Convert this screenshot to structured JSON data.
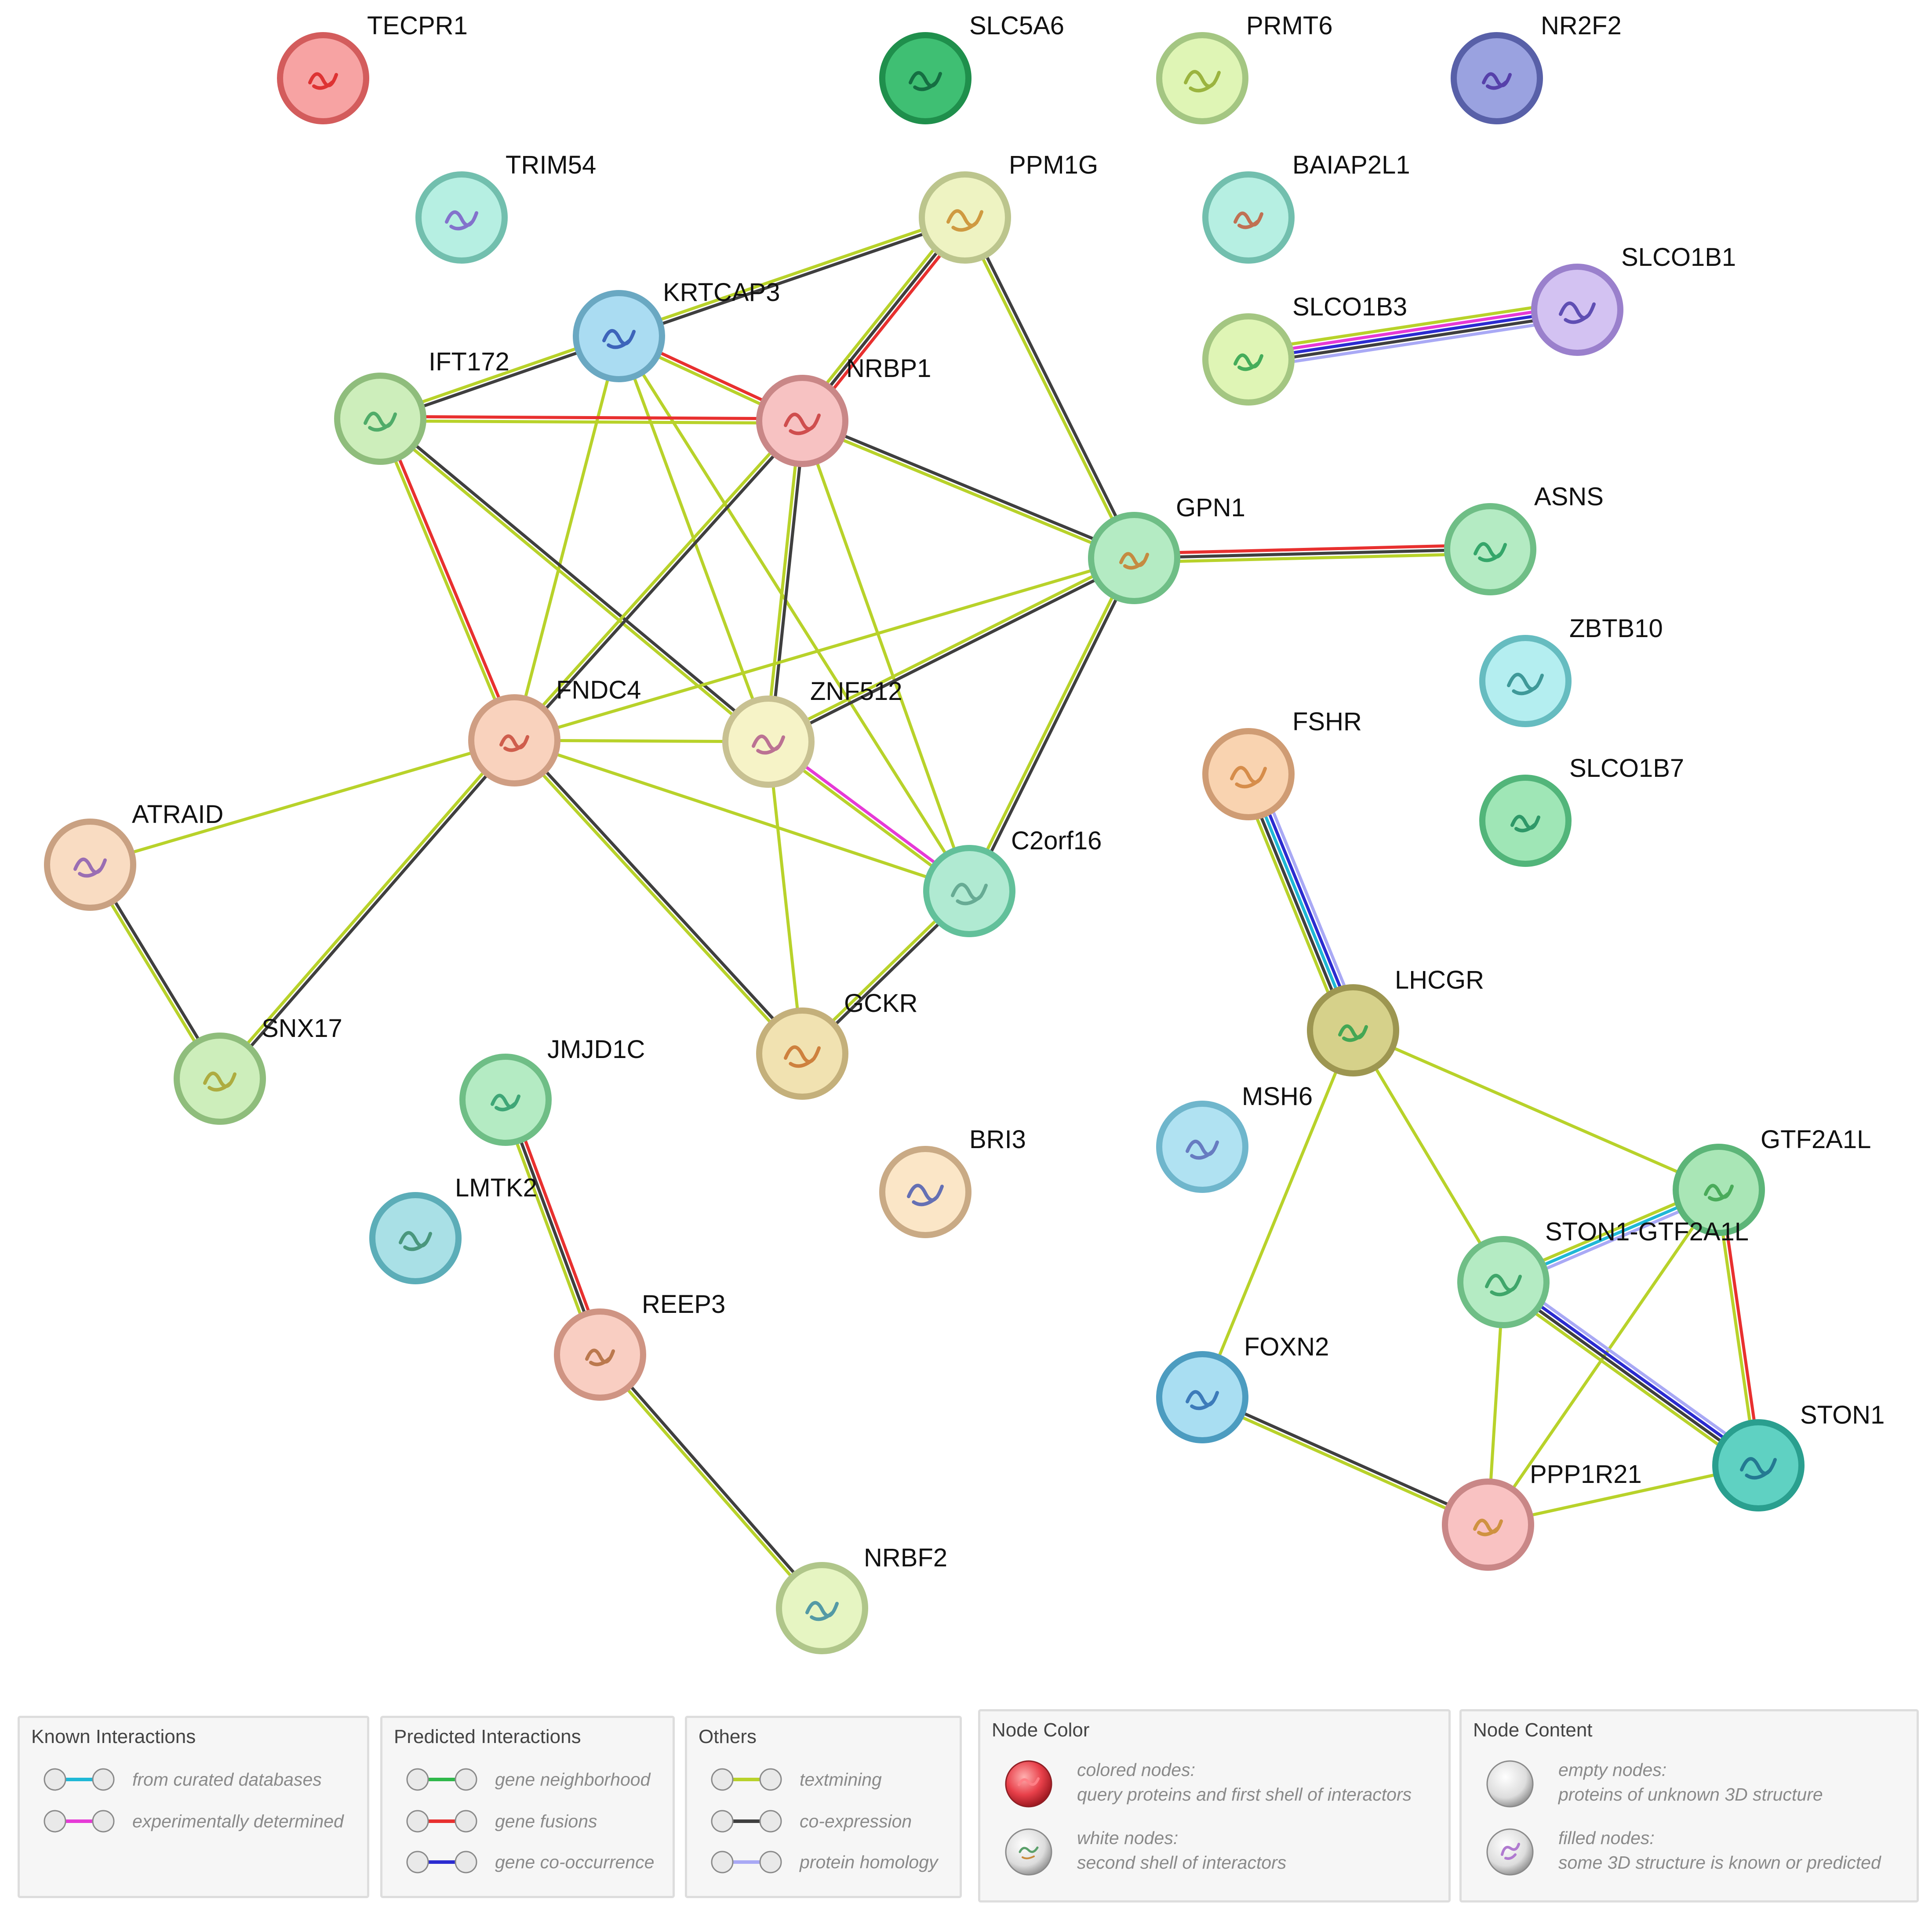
{
  "nodes": [
    {
      "id": "TECPR1",
      "label": "TECPR1",
      "fill": "#f7a3a3",
      "stroke": "#d35c5c",
      "glyph": "#d92020"
    },
    {
      "id": "SLC5A6",
      "label": "SLC5A6",
      "fill": "#3fbf73",
      "stroke": "#1f8f4c",
      "glyph": "#0e5f3a"
    },
    {
      "id": "PRMT6",
      "label": "PRMT6",
      "fill": "#dff5b5",
      "stroke": "#a4c682",
      "glyph": "#8fa82a"
    },
    {
      "id": "NR2F2",
      "label": "NR2F2",
      "fill": "#9aa2e0",
      "stroke": "#5860a8",
      "glyph": "#4a2fa0"
    },
    {
      "id": "TRIM54",
      "label": "TRIM54",
      "fill": "#b6efe2",
      "stroke": "#72bfae",
      "glyph": "#7a5cc8"
    },
    {
      "id": "PPM1G",
      "label": "PPM1G",
      "fill": "#eef3c2",
      "stroke": "#bcc58d",
      "glyph": "#c98a2a"
    },
    {
      "id": "BAIAP2L1",
      "label": "BAIAP2L1",
      "fill": "#b6efe2",
      "stroke": "#72bfae",
      "glyph": "#c25a3a"
    },
    {
      "id": "KRTCAP3",
      "label": "KRTCAP3",
      "fill": "#aadcf2",
      "stroke": "#6aa8c2",
      "glyph": "#2a4fb0"
    },
    {
      "id": "SLCO1B1",
      "label": "SLCO1B1",
      "fill": "#d3c2f2",
      "stroke": "#9a80cc",
      "glyph": "#4a3aa8"
    },
    {
      "id": "SLCO1B3",
      "label": "SLCO1B3",
      "fill": "#dff5b5",
      "stroke": "#a4c682",
      "glyph": "#2aa04a"
    },
    {
      "id": "IFT172",
      "label": "IFT172",
      "fill": "#cdeebb",
      "stroke": "#8fbd7c",
      "glyph": "#3aa05a"
    },
    {
      "id": "NRBP1",
      "label": "NRBP1",
      "fill": "#f7c2c2",
      "stroke": "#c98787",
      "glyph": "#c83a3a"
    },
    {
      "id": "GPN1",
      "label": "GPN1",
      "fill": "#b4ebc3",
      "stroke": "#6fbe86",
      "glyph": "#c87a2a"
    },
    {
      "id": "ASNS",
      "label": "ASNS",
      "fill": "#b4ebc3",
      "stroke": "#6fbe86",
      "glyph": "#1f9a5a"
    },
    {
      "id": "ZBTB10",
      "label": "ZBTB10",
      "fill": "#b4eef0",
      "stroke": "#66bcc0",
      "glyph": "#2a8a8a"
    },
    {
      "id": "FNDC4",
      "label": "FNDC4",
      "fill": "#f9d2bd",
      "stroke": "#cf9e83",
      "glyph": "#c84a3a"
    },
    {
      "id": "ZNF512",
      "label": "ZNF512",
      "fill": "#f6f3c7",
      "stroke": "#c8c192",
      "glyph": "#b05a8a"
    },
    {
      "id": "FSHR",
      "label": "FSHR",
      "fill": "#f9d3b0",
      "stroke": "#cf9c74",
      "glyph": "#d0803a"
    },
    {
      "id": "SLCO1B7",
      "label": "SLCO1B7",
      "fill": "#9fe6b6",
      "stroke": "#52b57a",
      "glyph": "#1a8a5a"
    },
    {
      "id": "ATRAID",
      "label": "ATRAID",
      "fill": "#f9dcc2",
      "stroke": "#c9a182",
      "glyph": "#8a5ab0"
    },
    {
      "id": "C2orf16",
      "label": "C2orf16",
      "fill": "#b0ead2",
      "stroke": "#62c09a",
      "glyph": "#5aa08a"
    },
    {
      "id": "LHCGR",
      "label": "LHCGR",
      "fill": "#d6d18a",
      "stroke": "#9d9651",
      "glyph": "#2aa04a"
    },
    {
      "id": "SNX17",
      "label": "SNX17",
      "fill": "#cdeebb",
      "stroke": "#8fbd7c",
      "glyph": "#a8a02a"
    },
    {
      "id": "GCKR",
      "label": "GCKR",
      "fill": "#f1e2b1",
      "stroke": "#c4b07b",
      "glyph": "#c8702a"
    },
    {
      "id": "JMJD1C",
      "label": "JMJD1C",
      "fill": "#b4ebc3",
      "stroke": "#6fbe86",
      "glyph": "#2a9a6a"
    },
    {
      "id": "MSH6",
      "label": "MSH6",
      "fill": "#b0e2f2",
      "stroke": "#6fb6cc",
      "glyph": "#5a6ab8"
    },
    {
      "id": "BRI3",
      "label": "BRI3",
      "fill": "#fbe6c7",
      "stroke": "#c9aa85",
      "glyph": "#4a5ab0"
    },
    {
      "id": "GTF2A1L",
      "label": "GTF2A1L",
      "fill": "#a9e6b6",
      "stroke": "#5cb578",
      "glyph": "#3aa04a"
    },
    {
      "id": "LMTK2",
      "label": "LMTK2",
      "fill": "#a9e0e6",
      "stroke": "#5cadb8",
      "glyph": "#3a8a6a"
    },
    {
      "id": "STON1-GTF2A1L",
      "label": "STON1-GTF2A1L",
      "fill": "#b4ebc3",
      "stroke": "#6fbe86",
      "glyph": "#2a9a5a"
    },
    {
      "id": "REEP3",
      "label": "REEP3",
      "fill": "#f9cec2",
      "stroke": "#cf9483",
      "glyph": "#b06a3a"
    },
    {
      "id": "FOXN2",
      "label": "FOXN2",
      "fill": "#a9def2",
      "stroke": "#4c9cc0",
      "glyph": "#2a6ab0"
    },
    {
      "id": "STON1",
      "label": "STON1",
      "fill": "#5fd1c2",
      "stroke": "#2a9f8f",
      "glyph": "#1a6a8a"
    },
    {
      "id": "PPP1R21",
      "label": "PPP1R21",
      "fill": "#f9c2c2",
      "stroke": "#c98787",
      "glyph": "#c88a2a"
    },
    {
      "id": "NRBF2",
      "label": "NRBF2",
      "fill": "#e6f5c2",
      "stroke": "#b0c68a",
      "glyph": "#3a8aa0"
    }
  ],
  "edges": [
    {
      "source": "SLCO1B3",
      "target": "SLCO1B1",
      "types": [
        "textmining",
        "experimental",
        "cooccurrence",
        "coexpression",
        "homology"
      ]
    },
    {
      "source": "KRTCAP3",
      "target": "PPM1G",
      "types": [
        "textmining",
        "coexpression"
      ]
    },
    {
      "source": "KRTCAP3",
      "target": "IFT172",
      "types": [
        "coexpression",
        "textmining"
      ]
    },
    {
      "source": "KRTCAP3",
      "target": "NRBP1",
      "types": [
        "fusion",
        "textmining"
      ]
    },
    {
      "source": "KRTCAP3",
      "target": "FNDC4",
      "types": [
        "textmining"
      ]
    },
    {
      "source": "KRTCAP3",
      "target": "ZNF512",
      "types": [
        "textmining"
      ]
    },
    {
      "source": "KRTCAP3",
      "target": "C2orf16",
      "types": [
        "textmining"
      ]
    },
    {
      "source": "PPM1G",
      "target": "NRBP1",
      "types": [
        "fusion",
        "coexpression",
        "textmining"
      ]
    },
    {
      "source": "PPM1G",
      "target": "GPN1",
      "types": [
        "coexpression",
        "textmining"
      ]
    },
    {
      "source": "IFT172",
      "target": "NRBP1",
      "types": [
        "fusion",
        "textmining"
      ]
    },
    {
      "source": "IFT172",
      "target": "FNDC4",
      "types": [
        "fusion",
        "textmining"
      ]
    },
    {
      "source": "IFT172",
      "target": "ZNF512",
      "types": [
        "coexpression",
        "textmining"
      ]
    },
    {
      "source": "NRBP1",
      "target": "GPN1",
      "types": [
        "coexpression",
        "textmining"
      ]
    },
    {
      "source": "NRBP1",
      "target": "FNDC4",
      "types": [
        "coexpression",
        "textmining"
      ]
    },
    {
      "source": "NRBP1",
      "target": "ZNF512",
      "types": [
        "coexpression",
        "textmining"
      ]
    },
    {
      "source": "NRBP1",
      "target": "C2orf16",
      "types": [
        "textmining"
      ]
    },
    {
      "source": "GPN1",
      "target": "ASNS",
      "types": [
        "fusion",
        "coexpression",
        "textmining"
      ]
    },
    {
      "source": "GPN1",
      "target": "FNDC4",
      "types": [
        "textmining"
      ]
    },
    {
      "source": "GPN1",
      "target": "ZNF512",
      "types": [
        "coexpression",
        "textmining"
      ]
    },
    {
      "source": "GPN1",
      "target": "C2orf16",
      "types": [
        "coexpression",
        "textmining"
      ]
    },
    {
      "source": "FNDC4",
      "target": "ZNF512",
      "types": [
        "textmining"
      ]
    },
    {
      "source": "FNDC4",
      "target": "C2orf16",
      "types": [
        "textmining"
      ]
    },
    {
      "source": "FNDC4",
      "target": "GCKR",
      "types": [
        "coexpression",
        "textmining"
      ]
    },
    {
      "source": "FNDC4",
      "target": "SNX17",
      "types": [
        "coexpression",
        "textmining"
      ]
    },
    {
      "source": "FNDC4",
      "target": "ATRAID",
      "types": [
        "textmining"
      ]
    },
    {
      "source": "ZNF512",
      "target": "C2orf16",
      "types": [
        "experimental",
        "textmining"
      ]
    },
    {
      "source": "ZNF512",
      "target": "GCKR",
      "types": [
        "textmining"
      ]
    },
    {
      "source": "C2orf16",
      "target": "GCKR",
      "types": [
        "coexpression",
        "textmining"
      ]
    },
    {
      "source": "ATRAID",
      "target": "SNX17",
      "types": [
        "coexpression",
        "textmining"
      ]
    },
    {
      "source": "JMJD1C",
      "target": "REEP3",
      "types": [
        "fusion",
        "coexpression",
        "textmining"
      ]
    },
    {
      "source": "REEP3",
      "target": "NRBF2",
      "types": [
        "coexpression",
        "textmining"
      ]
    },
    {
      "source": "FSHR",
      "target": "LHCGR",
      "types": [
        "homology",
        "cooccurrence",
        "curated",
        "coexpression",
        "textmining"
      ]
    },
    {
      "source": "LHCGR",
      "target": "GTF2A1L",
      "types": [
        "textmining"
      ]
    },
    {
      "source": "LHCGR",
      "target": "STON1-GTF2A1L",
      "types": [
        "textmining"
      ]
    },
    {
      "source": "LHCGR",
      "target": "FOXN2",
      "types": [
        "textmining"
      ]
    },
    {
      "source": "GTF2A1L",
      "target": "STON1-GTF2A1L",
      "types": [
        "homology",
        "curated",
        "textmining"
      ]
    },
    {
      "source": "GTF2A1L",
      "target": "STON1",
      "types": [
        "fusion",
        "textmining"
      ]
    },
    {
      "source": "GTF2A1L",
      "target": "PPP1R21",
      "types": [
        "textmining"
      ]
    },
    {
      "source": "STON1-GTF2A1L",
      "target": "STON1",
      "types": [
        "homology",
        "cooccurrence",
        "coexpression",
        "textmining"
      ]
    },
    {
      "source": "STON1-GTF2A1L",
      "target": "PPP1R21",
      "types": [
        "textmining"
      ]
    },
    {
      "source": "FOXN2",
      "target": "PPP1R21",
      "types": [
        "coexpression",
        "textmining"
      ]
    },
    {
      "source": "PPP1R21",
      "target": "STON1",
      "types": [
        "textmining"
      ]
    }
  ],
  "edge_colors": {
    "curated": "#1fb8d6",
    "experimental": "#e63ad6",
    "neighborhood": "#2fb84a",
    "fusion": "#e8302f",
    "cooccurrence": "#2b2bd0",
    "textmining": "#b8d22a",
    "coexpression": "#3f3f3f",
    "homology": "#a9a9f5"
  },
  "legend": {
    "known": {
      "title": "Known Interactions",
      "items": [
        {
          "type": "curated",
          "label": "from curated databases"
        },
        {
          "type": "experimental",
          "label": "experimentally determined"
        }
      ]
    },
    "predicted": {
      "title": "Predicted Interactions",
      "items": [
        {
          "type": "neighborhood",
          "label": "gene neighborhood"
        },
        {
          "type": "fusion",
          "label": "gene fusions"
        },
        {
          "type": "cooccurrence",
          "label": "gene co-occurrence"
        }
      ]
    },
    "others": {
      "title": "Others",
      "items": [
        {
          "type": "textmining",
          "label": "textmining"
        },
        {
          "type": "coexpression",
          "label": "co-expression"
        },
        {
          "type": "homology",
          "label": "protein homology"
        }
      ]
    },
    "node_color": {
      "title": "Node Color",
      "items": [
        {
          "kind": "colored",
          "line1": "colored nodes:",
          "line2": "query proteins and first shell of interactors"
        },
        {
          "kind": "white",
          "line1": "white nodes:",
          "line2": "second shell of interactors"
        }
      ]
    },
    "node_content": {
      "title": "Node Content",
      "items": [
        {
          "kind": "empty",
          "line1": "empty nodes:",
          "line2": "proteins of unknown 3D structure"
        },
        {
          "kind": "filled",
          "line1": "filled nodes:",
          "line2": "some 3D structure is known or predicted"
        }
      ]
    }
  }
}
